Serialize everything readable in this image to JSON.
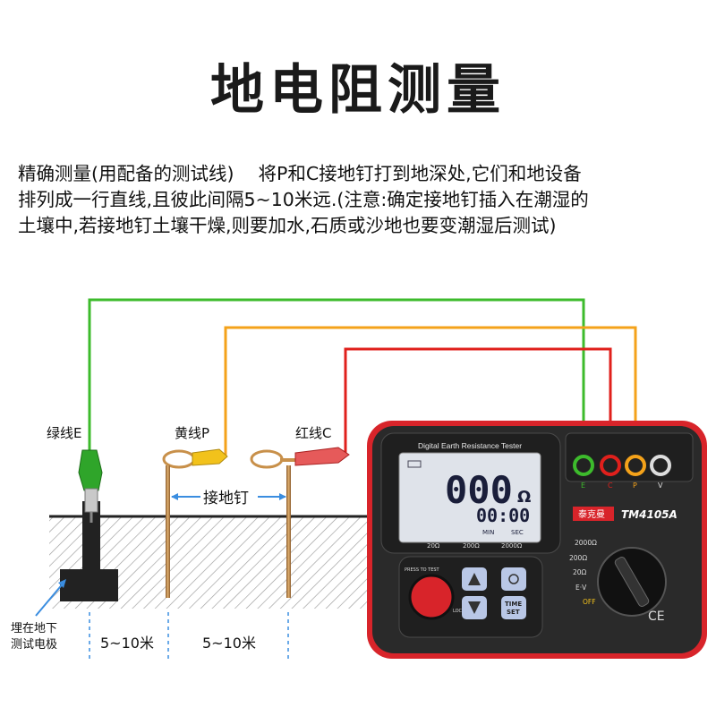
{
  "title": "地电阻测量",
  "description": [
    "精确测量(用配备的测试线)　 将P和C接地钉打到地深处,它们和地设备",
    "排列成一行直线,且彼此间隔5~10米远.(注意:确定接地钉插入在潮湿的",
    "土壤中,若接地钉土壤干燥,则要加水,石质或沙地也要变潮湿后测试)"
  ],
  "wires": {
    "green": {
      "label": "绿线E",
      "color": "#3dbb2c"
    },
    "yellow": {
      "label": "黄线P",
      "color": "#f4a21a"
    },
    "red": {
      "label": "红线C",
      "color": "#e0201c"
    }
  },
  "labels": {
    "ground_rods": "接地钉",
    "buried_electrode": [
      "埋在地下",
      "测试电极"
    ],
    "distance_1": "5~10米",
    "distance_2": "5~10米"
  },
  "meter": {
    "screen_title": "Digital Earth Resistance Tester",
    "reading": "000",
    "unit": "Ω",
    "timer": "00:00",
    "timer_labels": [
      "MIN",
      "SEC"
    ],
    "range_scale": [
      "20Ω",
      "200Ω",
      "2000Ω"
    ],
    "brand": "泰克曼",
    "model": "TM4105A",
    "press_to_test": "PRESS TO TEST",
    "lock": "LOCK",
    "time_set": [
      "TIME",
      "SET"
    ],
    "terminals": [
      "E",
      "C",
      "P",
      "V"
    ],
    "dial_positions": [
      "2000Ω",
      "200Ω",
      "20Ω",
      "E·V",
      "OFF"
    ],
    "ce_mark": "CE"
  }
}
